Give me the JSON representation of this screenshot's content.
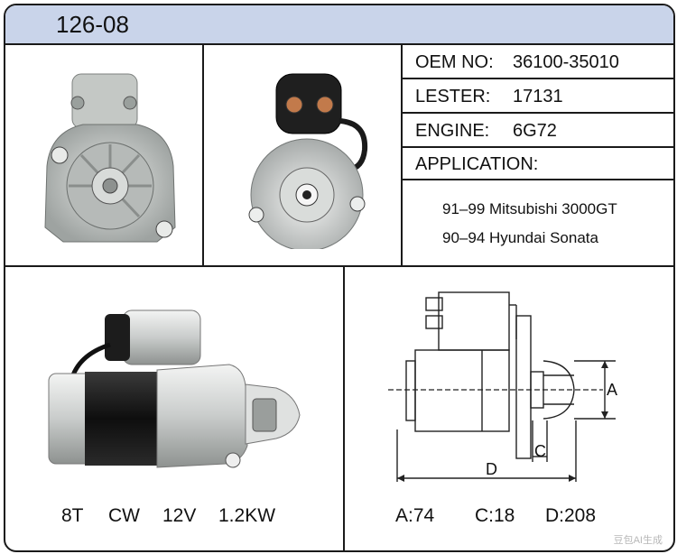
{
  "header": {
    "part_number": "126-08"
  },
  "specs": {
    "oem_label": "OEM  NO:",
    "oem_value": "36100-35010",
    "lester_label": "LESTER:",
    "lester_value": "17131",
    "engine_label": "ENGINE:",
    "engine_value": "6G72",
    "application_label": "APPLICATION:",
    "applications": [
      "91–99 Mitsubishi 3000GT",
      "90–94 Hyundai Sonata"
    ]
  },
  "ratings": {
    "teeth": "8T",
    "rotation": "CW",
    "voltage": "12V",
    "power": "1.2KW"
  },
  "dimensions": {
    "a_label": "A",
    "c_label": "C",
    "d_label": "D",
    "a_text": "A:74",
    "c_text": "C:18",
    "d_text": "D:208"
  },
  "watermark": "豆包AI生成",
  "colors": {
    "header_bg": "#c9d4ea",
    "border": "#1a1a1a"
  }
}
